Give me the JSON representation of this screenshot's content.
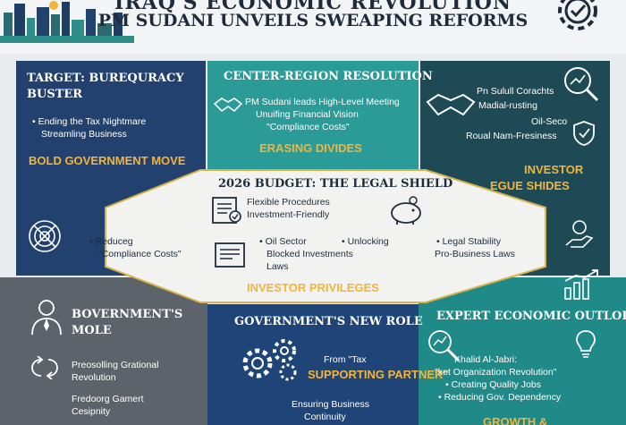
{
  "header": {
    "title": "IRAQ'S ECONOMIC REVOLUTION",
    "subtitle": "PM SUDANI UNVEILS SWEAPING REFORMS"
  },
  "top_left": {
    "heading_line1": "TARGET: BUREQURACY",
    "heading_line2": "BUSTER",
    "bullet1": "Ending the Tax Nightmare",
    "bullet1_cont": "Streamling Business",
    "footer": "BOLD GOVERNMENT MOVE"
  },
  "top_center": {
    "heading": "CENTER-REGION RESOLUTION",
    "line1": "PM Sudani leads High-Level Meeting",
    "line2": "Unuifing Financial Vision",
    "line3": "\"Compliance Costs\"",
    "footer": "ERASING DIVIDES"
  },
  "top_right": {
    "line1": "Pn Sulull Corachts",
    "line2": "Madial-rusting",
    "line3": "Oil-Seco",
    "line4": "Roual Nam-Fresiness",
    "footer_line1": "INVESTOR",
    "footer_line2": "EGUE SHIDES"
  },
  "center": {
    "heading": "2026 BUDGET: THE LEGAL SHIELD",
    "line1": "Flexible Procedures",
    "line2": "Investment-Friendly",
    "col1_line1": "Reduceg",
    "col1_line2": "\"Compliance Costs\"",
    "col2_line1": "Oil Sector",
    "col2_line2": "Blocked Investments",
    "col2_line3": "Laws",
    "col3_line1": "Unlocking",
    "col4_line1": "Legal Stability",
    "col4_line2": "Pro-Business Laws",
    "footer": "INVESTOR PRIVILEGES"
  },
  "bottom_left": {
    "heading_line1": "BOVERNMENT'S",
    "heading_line2": "MOLE",
    "line1": "Preosolling Grational",
    "line2": "Revolution",
    "line3": "Fredoorg Gamert",
    "line4": "Cesipnity"
  },
  "bottom_center": {
    "heading": "GOVERNMENT'S NEW ROLE",
    "line1": "From \"Tax",
    "line2": "SUPPORTING PARTNER\"",
    "line3": "Ensuring Business",
    "line4": "Continuity"
  },
  "bottom_right": {
    "heading": "EXPERT ECONOMIC OUTLOK",
    "line1": "Khalid Al-Jabri:",
    "line2": "\"ket Organization Revolution\"",
    "bullet1": "Creating Quality Jobs",
    "bullet2": "Reducing Gov. Dependency",
    "footer": "GROWTH &"
  },
  "colors": {
    "navy": "#23416e",
    "teal": "#2b9b97",
    "dark_teal": "#1e4a56",
    "slate": "#5d636a",
    "gold": "#f4b43a",
    "hexagon": "#f2f2f0"
  },
  "icons": [
    "city-skyline-icon",
    "gear-check-icon",
    "handshake-icon",
    "magnifier-chart-icon",
    "shield-check-icon",
    "target-icon",
    "contract-icon",
    "piggy-bank-icon",
    "document-icon",
    "hand-coin-icon",
    "growth-chart-icon",
    "businessman-icon",
    "cycle-arrows-icon",
    "gears-icon",
    "magnifier-trend-icon",
    "lightbulb-icon"
  ]
}
